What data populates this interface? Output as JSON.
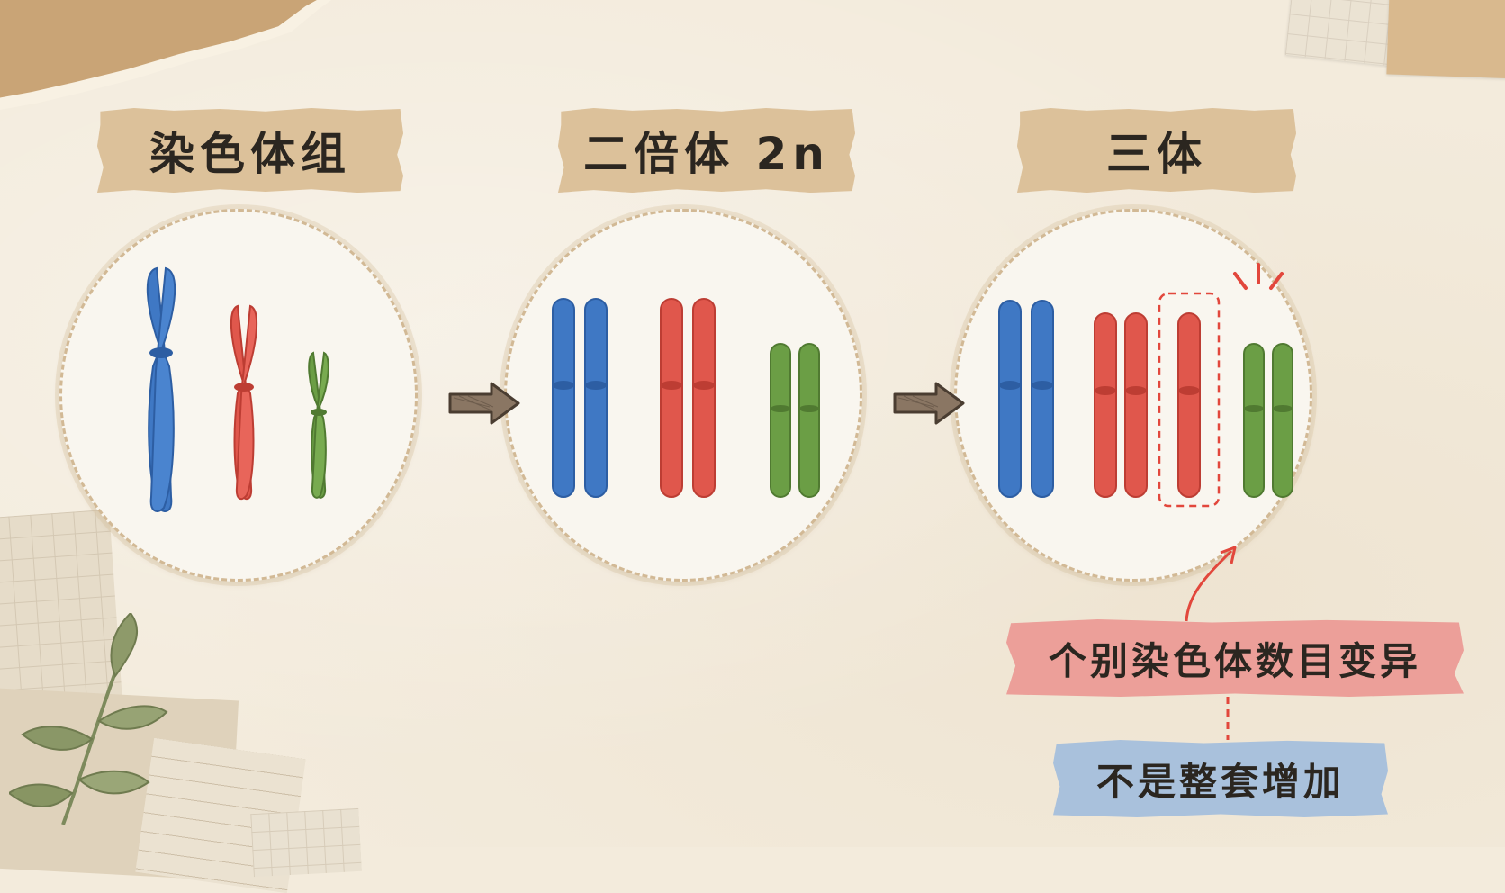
{
  "labels": {
    "chromosome_set": "染色体组",
    "diploid": "二倍体 2n",
    "trisomy": "三体"
  },
  "notes": {
    "aneuploidy": "个别染色体数目变异",
    "not_whole_set": "不是整套增加"
  },
  "colors": {
    "blue_chromosome": "#3f78c4",
    "red_chromosome": "#e0574c",
    "green_chromosome": "#6b9e45",
    "highlight": "#e2473c",
    "label_tape": "#dcc19a",
    "note_red": "#ec9f99",
    "note_blue": "#a9c1dc"
  },
  "panels": [
    {
      "name": "chromosome-set",
      "chromosomes": {
        "blue": 1,
        "red": 1,
        "green": 1
      }
    },
    {
      "name": "diploid",
      "chromosomes": {
        "blue": 2,
        "red": 2,
        "green": 2
      }
    },
    {
      "name": "trisomy",
      "chromosomes": {
        "blue": 2,
        "red": 3,
        "green": 2
      },
      "extra": "red"
    }
  ],
  "icons": [
    "arrow-right-icon",
    "leaf-branch-icon",
    "sparkle-icon"
  ]
}
